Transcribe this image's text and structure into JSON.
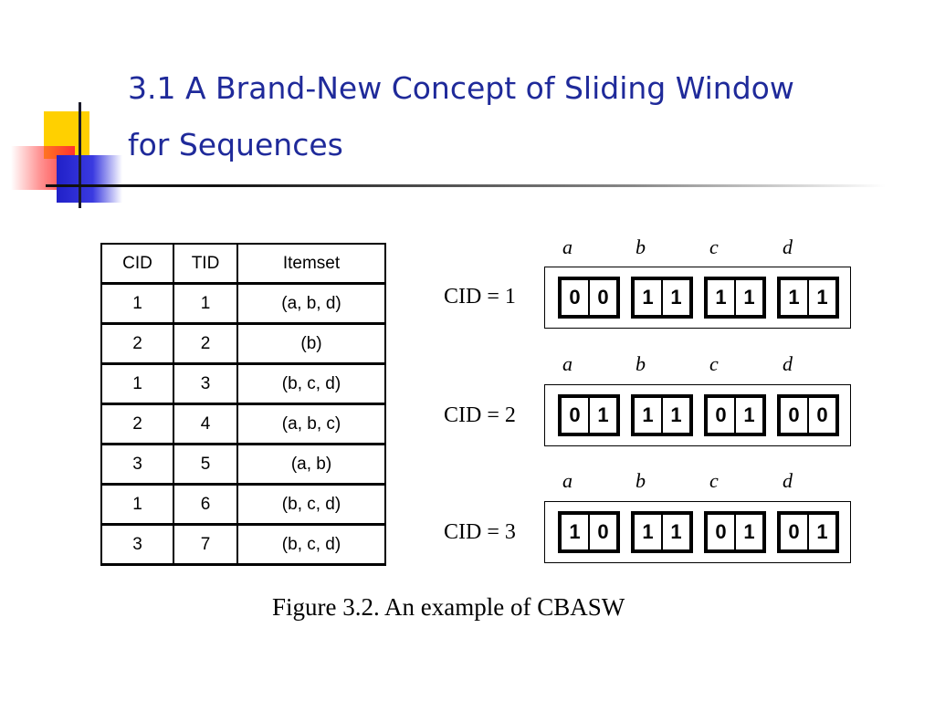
{
  "slide": {
    "title_line1": "3.1 A Brand-New Concept of Sliding Window",
    "title_line2": "for Sequences"
  },
  "table": {
    "headers": [
      "CID",
      "TID",
      "Itemset"
    ],
    "rows": [
      [
        "1",
        "1",
        "(a, b, d)"
      ],
      [
        "2",
        "2",
        "(b)"
      ],
      [
        "1",
        "3",
        "(b, c, d)"
      ],
      [
        "2",
        "4",
        "(a, b, c)"
      ],
      [
        "3",
        "5",
        "(a, b)"
      ],
      [
        "1",
        "6",
        "(b, c, d)"
      ],
      [
        "3",
        "7",
        "(b, c, d)"
      ]
    ]
  },
  "bitmaps": [
    {
      "label": "CID = 1",
      "letters": [
        "a",
        "b",
        "c",
        "d"
      ],
      "groups": [
        [
          "0",
          "0"
        ],
        [
          "1",
          "1"
        ],
        [
          "1",
          "1"
        ],
        [
          "1",
          "1"
        ]
      ]
    },
    {
      "label": "CID = 2",
      "letters": [
        "a",
        "b",
        "c",
        "d"
      ],
      "groups": [
        [
          "0",
          "1"
        ],
        [
          "1",
          "1"
        ],
        [
          "0",
          "1"
        ],
        [
          "0",
          "0"
        ]
      ]
    },
    {
      "label": "CID = 3",
      "letters": [
        "a",
        "b",
        "c",
        "d"
      ],
      "groups": [
        [
          "1",
          "0"
        ],
        [
          "1",
          "1"
        ],
        [
          "0",
          "1"
        ],
        [
          "0",
          "1"
        ]
      ]
    }
  ],
  "caption": "Figure 3.2. An example of CBASW",
  "colors": {
    "title": "#1f2a9a",
    "accent_yellow": "#ffd000",
    "accent_red": "#ff3030",
    "accent_blue": "#2020c8"
  }
}
